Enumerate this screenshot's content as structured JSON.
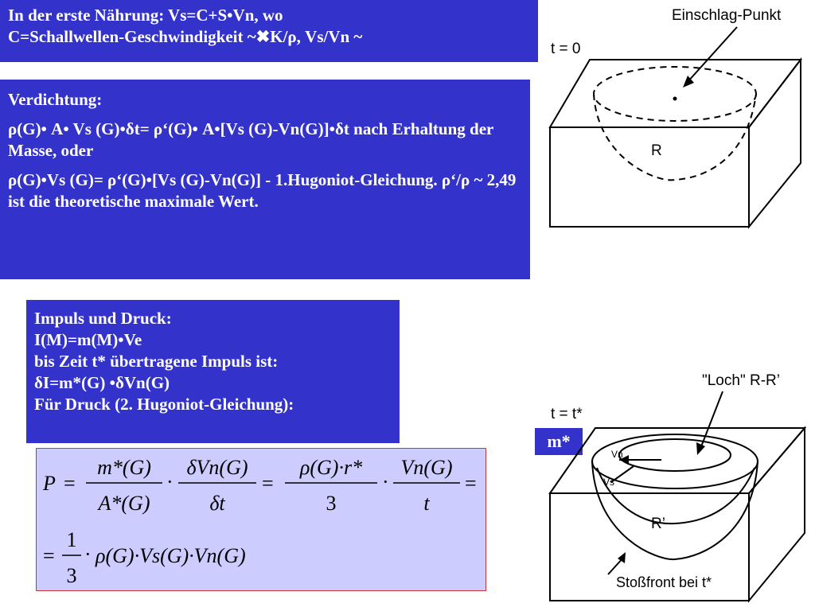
{
  "box1": {
    "line1": "In der erste Nährung: Vs=C+S•Vn, wo",
    "line2": "C=Schallwellen-Geschwindigkeit ~✖K/ρ, Vs/Vn ~"
  },
  "box2": {
    "heading": "Verdichtung:",
    "para1": "ρ(G)• A• Vs (G)•δt= ρ‘(G)• A•[Vs (G)-Vn(G)]•δt nach Erhaltung der Masse, oder",
    "para2": "ρ(G)•Vs (G)= ρ‘(G)•[Vs (G)-Vn(G)]  - 1.Hugoniot-Gleichung.  ρ‘/ρ ~ 2,49 ist die theoretische maximale Wert."
  },
  "box3": {
    "line1": "Impuls und Druck:",
    "line2": "I(M)=m(M)•Ve",
    "line3": "bis Zeit t* übertragene Impuls ist:",
    "line4": "δI=m*(G) •δVn(G)",
    "line5": "Für Druck (2. Hugoniot-Gleichung):"
  },
  "mstar": "m*",
  "formula": {
    "P": "P",
    "eq": "=",
    "dot": "·",
    "frac1_num": "m*(G)",
    "frac1_den": "A*(G)",
    "frac2_num": "δVn(G)",
    "frac2_den": "δt",
    "frac3_num": "ρ(G)·r*",
    "frac3_den": "3",
    "frac4_num": "Vn(G)",
    "frac4_den": "t",
    "one": "1",
    "three": "3",
    "tail": "ρ(G)·Vs(G)·Vn(G)"
  },
  "figure_top": {
    "time": "t = 0",
    "impact": "Einschlag-Punkt",
    "radius": "R"
  },
  "figure_bottom": {
    "time": "t = t*",
    "hole": "\"Loch\"  R-R’",
    "vn": "Vn",
    "vs": "Vs",
    "radius": "R’",
    "shock": "Stoßfront bei t*"
  }
}
